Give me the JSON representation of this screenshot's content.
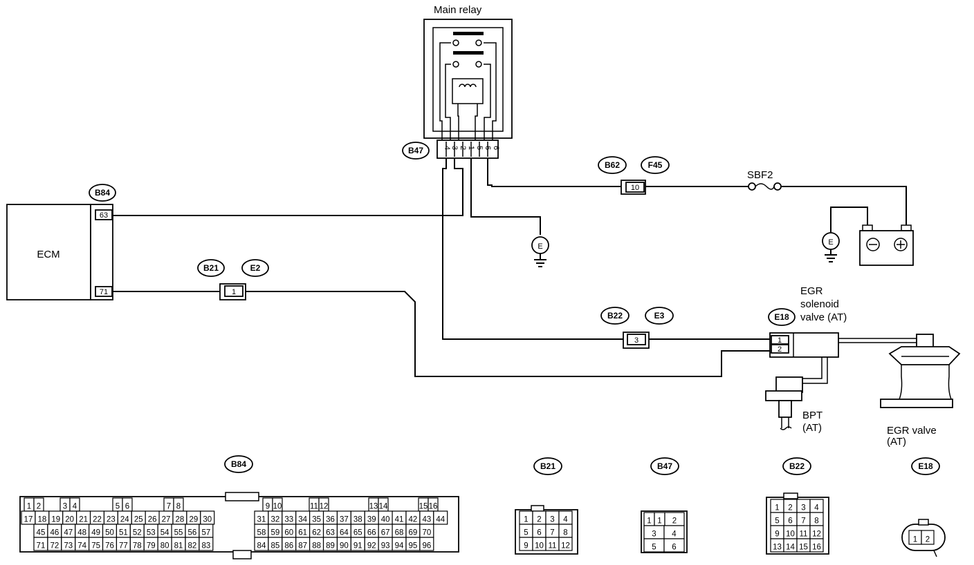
{
  "components": {
    "main_relay": "Main relay",
    "ecm": "ECM",
    "sbf": "SBF2",
    "egr_solenoid": [
      "EGR",
      "solenoid",
      "valve (AT)"
    ],
    "bpt": [
      "BPT",
      "(AT)"
    ],
    "egr_valve": [
      "EGR valve",
      "(AT)"
    ],
    "ground_symbol": "E"
  },
  "connector_tags": {
    "b47": "B47",
    "b84": "B84",
    "b21": "B21",
    "e2": "E2",
    "b62": "B62",
    "f45": "F45",
    "b22": "B22",
    "e3": "E3",
    "e18": "E18"
  },
  "pins": {
    "relay": [
      "4",
      "3",
      "2",
      "1",
      "5",
      "6"
    ],
    "ecm_63": "63",
    "ecm_71": "71",
    "b21_e2": "1",
    "b62_f45": "10",
    "b22_e3": "3",
    "e18": [
      "1",
      "2"
    ]
  },
  "connector_views": {
    "b84": {
      "label": "B84",
      "row1": [
        [
          "1",
          "2"
        ],
        [
          "3",
          "4"
        ],
        [
          "5",
          "6"
        ],
        [
          "7",
          "8"
        ],
        [
          "9",
          "10"
        ],
        [
          "11",
          "12"
        ],
        [
          "13",
          "14"
        ],
        [
          "15",
          "16"
        ]
      ],
      "row2_left": [
        "17",
        "18",
        "19",
        "20",
        "21",
        "22",
        "23",
        "24",
        "25",
        "26",
        "27",
        "28",
        "29",
        "30"
      ],
      "row2_right": [
        "31",
        "32",
        "33",
        "34",
        "35",
        "36",
        "37",
        "38",
        "39",
        "40",
        "41",
        "42",
        "43",
        "44"
      ],
      "row3_left": [
        "45",
        "46",
        "47",
        "48",
        "49",
        "50",
        "51",
        "52",
        "53",
        "54",
        "55",
        "56",
        "57"
      ],
      "row3_right": [
        "58",
        "59",
        "60",
        "61",
        "62",
        "63",
        "64",
        "65",
        "66",
        "67",
        "68",
        "69",
        "70"
      ],
      "row4_left": [
        "71",
        "72",
        "73",
        "74",
        "75",
        "76",
        "77",
        "78",
        "79",
        "80",
        "81",
        "82",
        "83"
      ],
      "row4_right": [
        "84",
        "85",
        "86",
        "87",
        "88",
        "89",
        "90",
        "91",
        "92",
        "93",
        "94",
        "95",
        "96"
      ]
    },
    "b21": {
      "label": "B21",
      "rows": [
        [
          "1",
          "2",
          "3",
          "4"
        ],
        [
          "5",
          "6",
          "7",
          "8"
        ],
        [
          "9",
          "10",
          "11",
          "12"
        ]
      ]
    },
    "b47": {
      "label": "B47",
      "rows": [
        [
          "1",
          "1",
          "2"
        ],
        [
          "3",
          "4"
        ],
        [
          "5",
          "6"
        ]
      ]
    },
    "b22": {
      "label": "B22",
      "rows": [
        [
          "1",
          "2",
          "3",
          "4"
        ],
        [
          "5",
          "6",
          "7",
          "8"
        ],
        [
          "9",
          "10",
          "11",
          "12"
        ],
        [
          "13",
          "14",
          "15",
          "16"
        ]
      ]
    },
    "e18": {
      "label": "E18",
      "pins": [
        "1",
        "2"
      ]
    }
  }
}
